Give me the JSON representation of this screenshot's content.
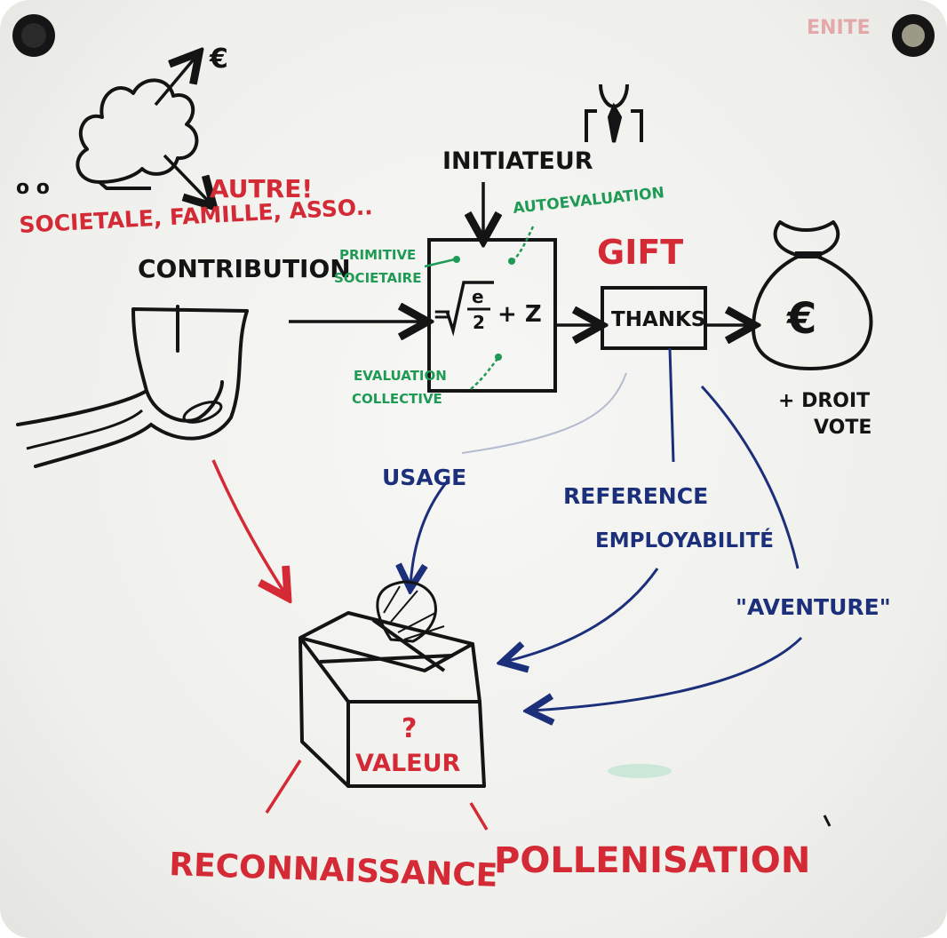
{
  "colors": {
    "black": "#141414",
    "red": "#d42a35",
    "green": "#1f9a55",
    "blue": "#1c2f7a"
  },
  "labels": {
    "euro_top": "€",
    "dots": "o o",
    "autre": "AUTRE!",
    "autre_detail": "SOCIETALE, FAMILLE, ASSO..",
    "contribution": "CONTRIBUTION",
    "initiateur": "INITIATEUR",
    "autoevaluation": "AUTOEVALUATION",
    "primitive": "PRIMITIVE",
    "societaire": "SOCIETAIRE",
    "evaluation": "EVALUATION",
    "collective": "COLLECTIVE",
    "formula_lhs": "=",
    "formula_num": "e",
    "formula_den": "2",
    "formula_tail": "+ Z",
    "gift": "GIFT",
    "thanks": "THANKS",
    "euro_bag": "€",
    "droit": "+ DROIT",
    "vote": "VOTE",
    "usage": "USAGE",
    "reference": "REFERENCE",
    "employabilite": "EMPLOYABILITÉ",
    "aventure": "\"AVENTURE\"",
    "question_mark": "?",
    "valeur": "VALEUR",
    "reconnaissance": "RECONNAISSANCE",
    "pollenisation": "POLLENISATION",
    "corner_mark": "ENITE"
  }
}
